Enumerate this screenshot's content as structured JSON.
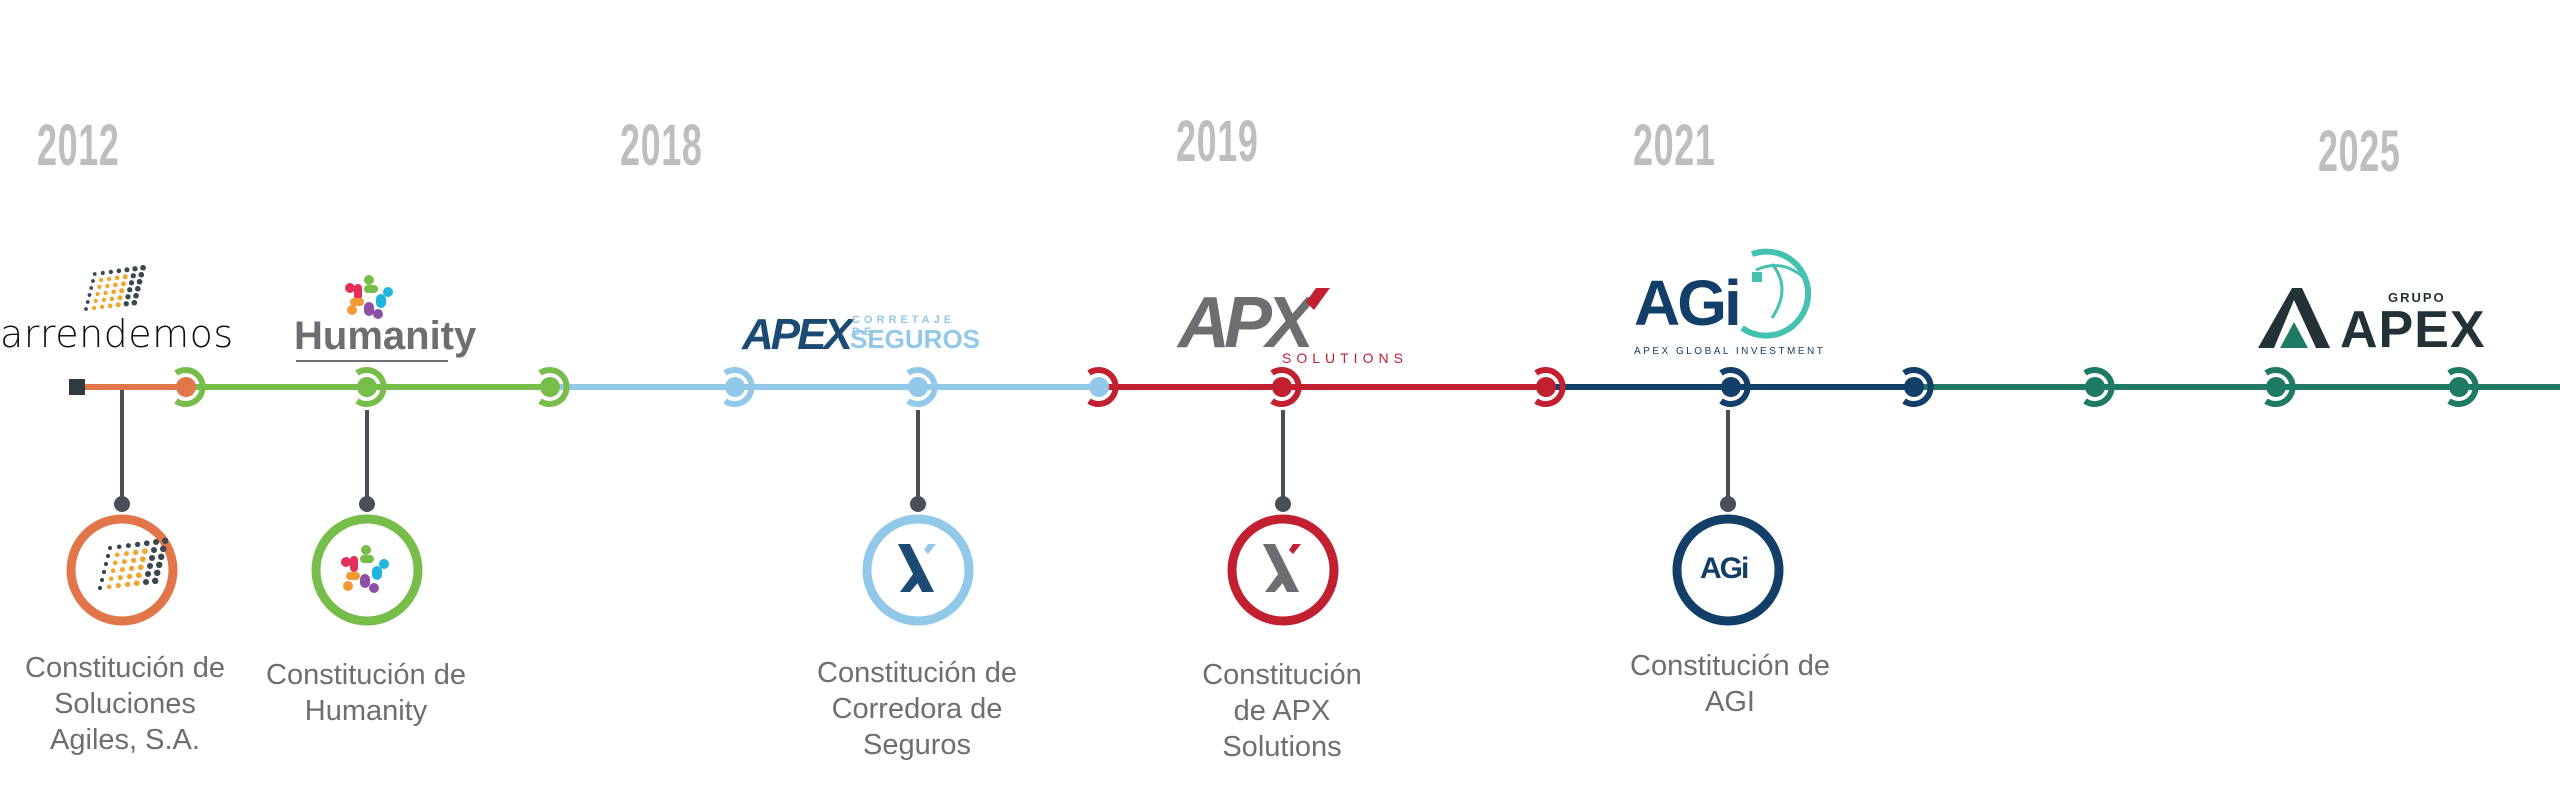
{
  "years": [
    "2012",
    "2018",
    "2019",
    "2021",
    "2025"
  ],
  "colors": {
    "orange": "#e2764b",
    "green": "#76bd4a",
    "light_blue": "#92c8e8",
    "red": "#c21f30",
    "navy": "#123f68",
    "teal": "#1e7a62",
    "connector": "#4a4f57",
    "year_gray": "#bdbec0",
    "caption_gray": "#6d6e71"
  },
  "logos": {
    "arrendemos": "arrendemos",
    "humanity": "Humanity",
    "apex_seguros_main": "APEX",
    "apex_seguros_sub1": "CORRETAJE DE",
    "apex_seguros_sub2": "SEGUROS",
    "apx_main": "APX",
    "apx_sub": "SOLUTIONS",
    "agi_main": "AGi",
    "agi_sub": "APEX GLOBAL INVESTMENT",
    "grupo_apex_top": "GRUPO",
    "grupo_apex_main": "APEX"
  },
  "events": [
    {
      "company": "Soluciones Agiles, S.A.",
      "caption": [
        "Constitución de",
        "Soluciones",
        "Agiles, S.A."
      ],
      "color": "orange"
    },
    {
      "company": "Humanity",
      "caption": [
        "Constitución de",
        "Humanity"
      ],
      "color": "green"
    },
    {
      "company": "Corredora de Seguros",
      "caption": [
        "Constitución de",
        "Corredora de",
        "Seguros"
      ],
      "color": "light_blue"
    },
    {
      "company": "APX Solutions",
      "caption": [
        "Constitución",
        "de APX",
        "Solutions"
      ],
      "color": "red"
    },
    {
      "company": "AGI",
      "caption": [
        "Constitución de",
        "AGI"
      ],
      "color": "navy"
    }
  ],
  "icons": {
    "agi_small": "AGi",
    "x_small": "X"
  }
}
